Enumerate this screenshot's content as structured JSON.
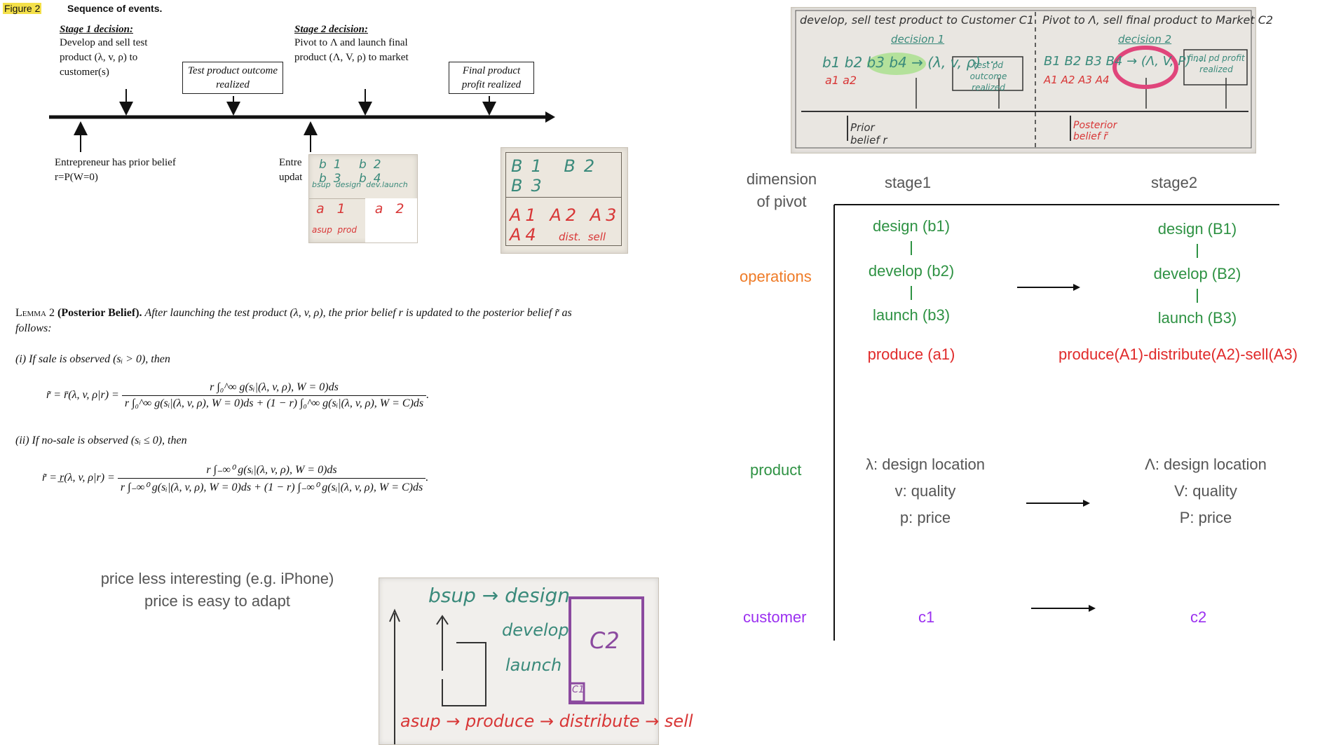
{
  "figure": {
    "label": "Figure 2",
    "title": "Sequence of events.",
    "stage1": {
      "head": "Stage 1 decision:",
      "text": "Develop and sell test product (λ, v, ρ) to customer(s)"
    },
    "test_box": "Test product outcome realized",
    "stage2": {
      "head": "Stage 2 decision:",
      "text": "Pivot to Λ and launch final product (Λ, V, ρ) to market"
    },
    "final_box": "Final product profit realized",
    "prior_note": "Entrepreneur has prior belief r=P(W=0)",
    "update_note_partial": "Entre\nupdat"
  },
  "note_stage1": {
    "top_items": [
      "b1",
      "b2",
      "b3",
      "b4"
    ],
    "top_labels": "bsup  design  dev.launch",
    "bottom_items": [
      "a1",
      "a2"
    ],
    "bottom_labels": "asup  prod"
  },
  "note_stage2": {
    "top_items": [
      "B1",
      "B2",
      "B3"
    ],
    "bottom_items": [
      "A1",
      "A2",
      "A3",
      "A4"
    ],
    "bottom_labels": "dist.  sell"
  },
  "lemma": {
    "label": "Lemma 2",
    "name": "(Posterior Belief).",
    "intro": "After launching the test product (λ, v, ρ), the prior belief r is updated to the posterior belief r̃ as follows:",
    "case1": "(i) If sale is observed (sᵢ > 0), then",
    "eq1_lhs": "r̃ = r̄(λ, v, ρ|r) =",
    "eq1_num": "r ∫₀^∞ g(sᵢ|(λ, v, ρ), W = 0)ds",
    "eq1_den": "r ∫₀^∞ g(sᵢ|(λ, v, ρ), W = 0)ds + (1 − r) ∫₀^∞ g(sᵢ|(λ, v, ρ), W = C)ds",
    "case2": "(ii) If no-sale is observed (sᵢ ≤ 0), then",
    "eq2_lhs": "r̃ = r̲(λ, v, ρ|r) =",
    "eq2_num": "r ∫₋∞⁰ g(sᵢ|(λ, v, ρ), W = 0)ds",
    "eq2_den": "r ∫₋∞⁰ g(sᵢ|(λ, v, ρ), W = 0)ds + (1 − r) ∫₋∞⁰ g(sᵢ|(λ, v, ρ), W = C)ds"
  },
  "price_note": {
    "line1": "price less interesting (e.g. iPhone)",
    "line2": "price is easy to adapt"
  },
  "sketch_bottom": {
    "top_flow": "bsup → design",
    "mid1": "develop",
    "mid2": "launch",
    "box_label": "C2",
    "small_box": "C1",
    "bottom_flow": "asup → produce → distribute → sell"
  },
  "sketch_top": {
    "left_head": "develop, sell  test product to Customer C1",
    "left_decision": "decision 1",
    "left_items": "b1 b2 b3 b4 → (λ, v, ρ) ···",
    "left_a": "a1 a2",
    "left_box": "test pd outcome realized",
    "left_belief": "Prior belief r",
    "right_head": "Pivot to Λ, sell final product to Market C2",
    "right_decision": "decision 2",
    "right_items": "B1 B2 B3 B4 → (Λ, V, P) ···",
    "right_a": "A1 A2 A3 A4",
    "right_box": "final pd profit realized",
    "right_belief": "Posterior belief r̃"
  },
  "diagram": {
    "corner": "dimension\nof pivot",
    "col1": "stage1",
    "col2": "stage2",
    "row_operations": "operations",
    "row_product": "product",
    "row_customer": "customer",
    "s1_ops": [
      "design (b1)",
      "develop (b2)",
      "launch (b3)"
    ],
    "s1_produce": "produce (a1)",
    "s2_ops": [
      "design (B1)",
      "develop (B2)",
      "launch (B3)"
    ],
    "s2_produce": "produce(A1)-distribute(A2)-sell(A3)",
    "s1_product": [
      "λ: design location",
      "v: quality",
      "p: price"
    ],
    "s2_product": [
      "Λ: design location",
      "V: quality",
      "P: price"
    ],
    "s1_customer": "c1",
    "s2_customer": "c2",
    "colors": {
      "green": "#2e9243",
      "red": "#e02a2a",
      "orange": "#ef7b27",
      "violet": "#9b30f0",
      "gray": "#555555"
    }
  }
}
